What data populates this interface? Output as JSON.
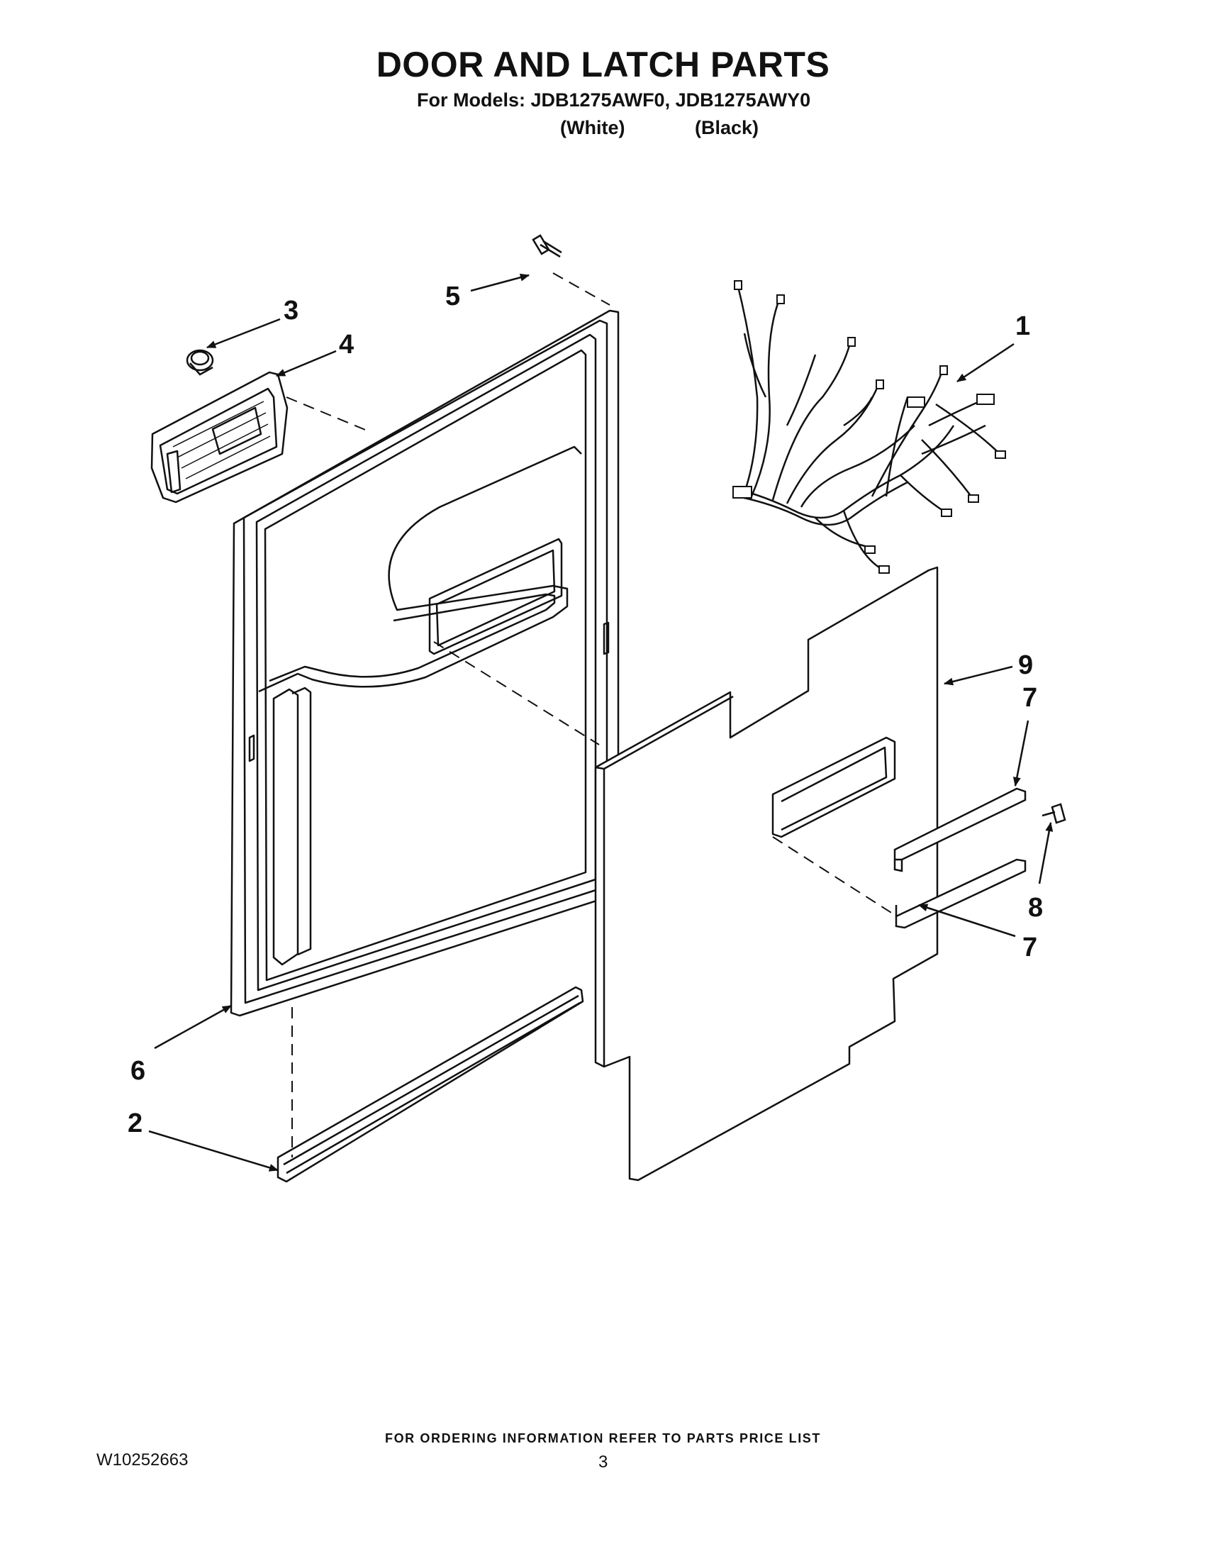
{
  "header": {
    "title": "DOOR AND LATCH PARTS",
    "models_line": "For Models: JDB1275AWF0, JDB1275AWY0",
    "variant_white": "(White)",
    "variant_black": "(Black)"
  },
  "callouts": {
    "c1": "1",
    "c2": "2",
    "c3": "3",
    "c4": "4",
    "c5": "5",
    "c6": "6",
    "c7a": "7",
    "c7b": "7",
    "c8": "8",
    "c9": "9"
  },
  "footer": {
    "ordering_note": "FOR ORDERING INFORMATION REFER TO PARTS PRICE LIST",
    "document_id": "W10252663",
    "page_number": "3"
  }
}
